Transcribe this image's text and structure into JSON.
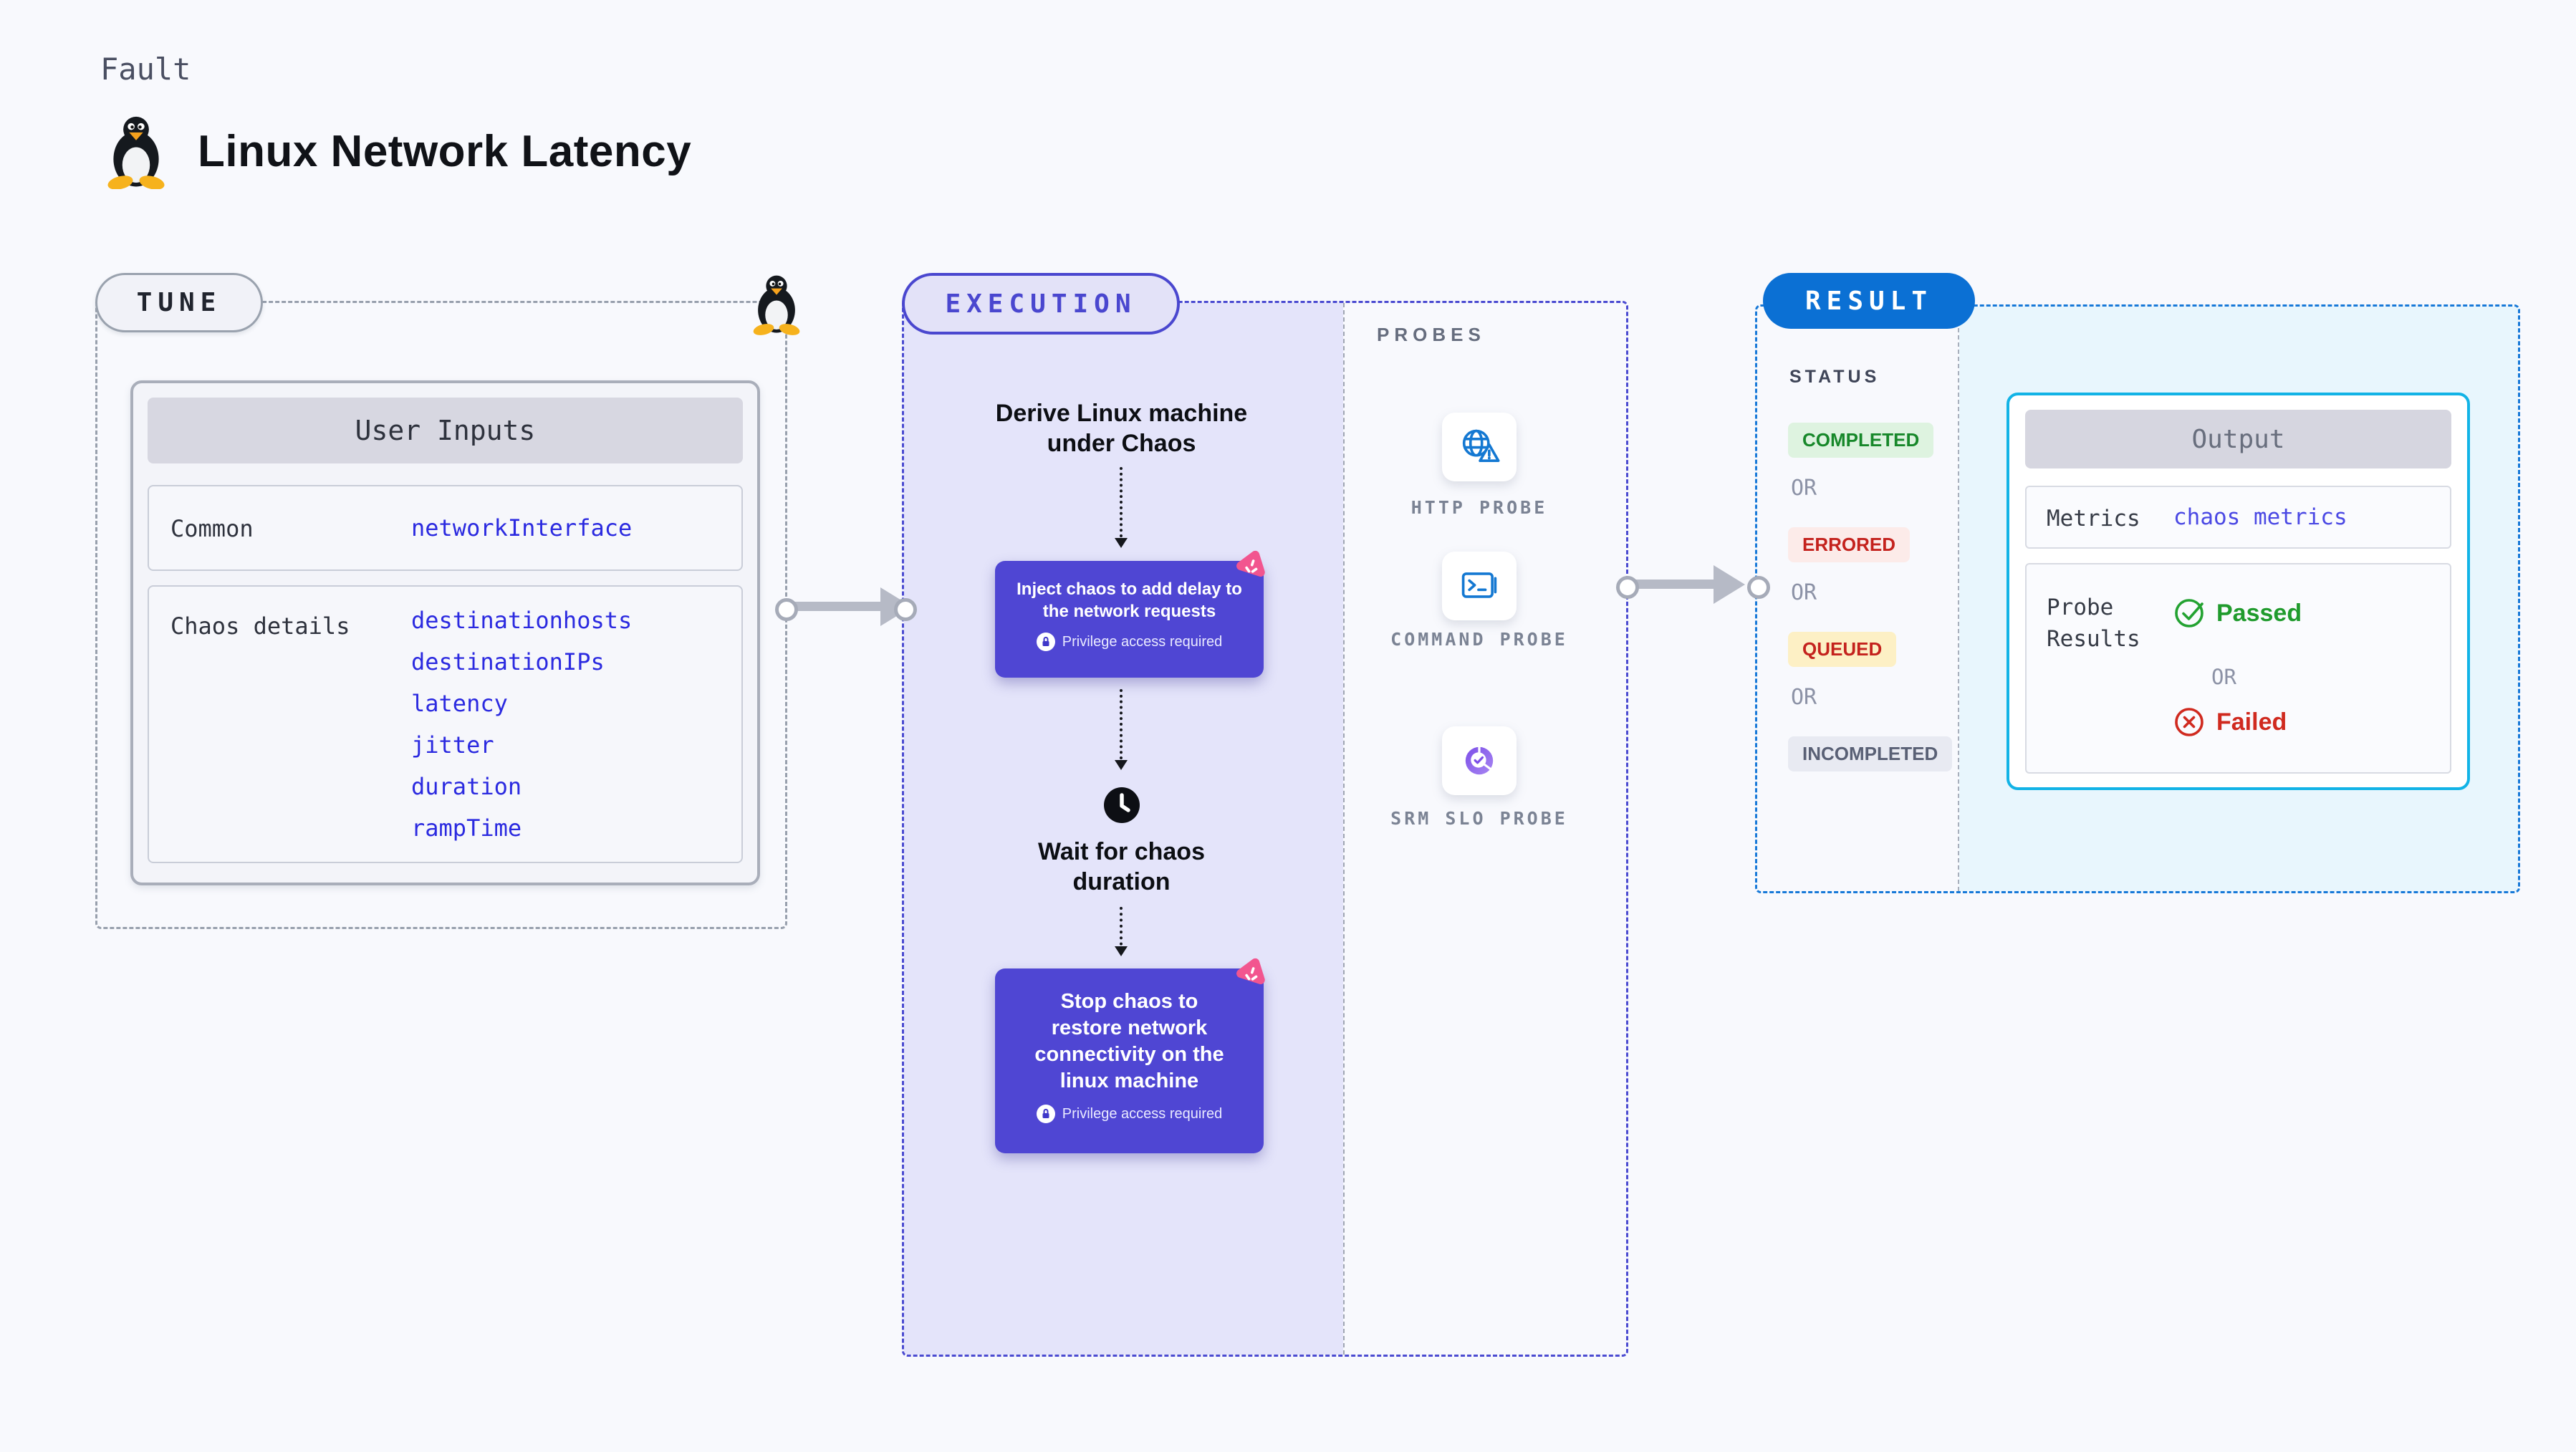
{
  "header": {
    "kicker": "Fault",
    "title": "Linux Network Latency"
  },
  "tune": {
    "label": "TUNE",
    "user_inputs": {
      "header": "User Inputs",
      "rows": [
        {
          "label": "Common",
          "values": [
            "networkInterface"
          ]
        },
        {
          "label": "Chaos details",
          "values": [
            "destinationhosts",
            "destinationIPs",
            "latency",
            "jitter",
            "duration",
            "rampTime"
          ]
        }
      ]
    }
  },
  "execution": {
    "label": "EXECUTION",
    "steps": {
      "derive": {
        "lines": [
          "Derive Linux machine",
          "under Chaos"
        ]
      },
      "inject": {
        "lines": [
          "Inject chaos to add delay to",
          "the network requests"
        ],
        "badge": "Privilege access required"
      },
      "wait": {
        "lines": [
          "Wait for chaos",
          "duration"
        ]
      },
      "stop": {
        "lines": [
          "Stop chaos to",
          "restore network",
          "connectivity on the",
          "linux machine"
        ],
        "badge": "Privilege access required"
      }
    }
  },
  "probes": {
    "label": "PROBES",
    "items": [
      {
        "label": "HTTP PROBE",
        "icon": "globe-warning-icon"
      },
      {
        "label": "COMMAND PROBE",
        "icon": "terminal-icon"
      },
      {
        "label": "SRM SLO PROBE",
        "icon": "slo-donut-icon"
      }
    ]
  },
  "result": {
    "label": "RESULT",
    "status_heading": "STATUS",
    "or_label": "OR",
    "statuses": [
      {
        "label": "COMPLETED",
        "bg": "#def3e0",
        "color": "#17882a"
      },
      {
        "label": "ERRORED",
        "bg": "#fcebe9",
        "color": "#c4221d"
      },
      {
        "label": "QUEUED",
        "bg": "#fdf0c5",
        "color": "#c4221d"
      },
      {
        "label": "INCOMPLETED",
        "bg": "#e8eaf2",
        "color": "#596075"
      }
    ],
    "output": {
      "header": "Output",
      "metrics_label": "Metrics",
      "metrics_value": "chaos metrics",
      "probe_results_label": "Probe Results",
      "passed": "Passed",
      "failed": "Failed"
    }
  },
  "colors": {
    "page_bg": "#f8f9fd",
    "execution_accent": "#4a47cf",
    "execution_panel": "#e4e4fa",
    "step_card": "#4f46d3",
    "chaos_logo_pink": "#f2558f",
    "result_pill": "#0b70d4",
    "result_dashed": "#1779d8",
    "output_border": "#12b3e6",
    "output_panel": "#e8f6fd",
    "value_blue": "#2b2ae0",
    "passed_green": "#209b2d",
    "failed_red": "#d02a1f",
    "probe_icon_blue": "#1478d2"
  }
}
